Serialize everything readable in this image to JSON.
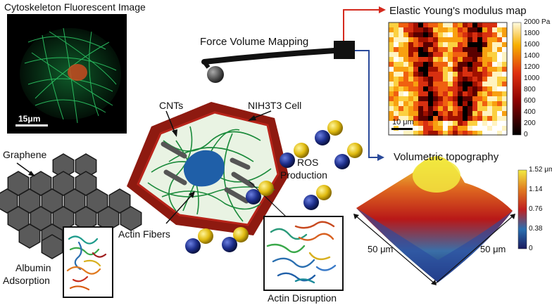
{
  "fluorescent": {
    "title": "Cytoskeleton Fluorescent Image",
    "scale_bar": "15μm"
  },
  "afm": {
    "title": "Force Volume Mapping"
  },
  "modulus_map": {
    "title": "Elastic Young's modulus map",
    "scale_bar": "10 μm",
    "colorbar_ticks": [
      "2000 Pa",
      "1800",
      "1600",
      "1400",
      "1200",
      "1000",
      "800",
      "600",
      "400",
      "200",
      "0"
    ]
  },
  "cell": {
    "cnts_label": "CNTs",
    "cell_label": "NIH3T3 Cell",
    "actin_label": "Actin Fibers"
  },
  "ros": {
    "label_line1": "ROS",
    "label_line2": "Production"
  },
  "graphene": {
    "label": "Graphene",
    "albumin_line1": "Albumin",
    "albumin_line2": "Adsorption"
  },
  "actin_disruption": {
    "label": "Actin Disruption"
  },
  "topography": {
    "title": "Volumetric topography",
    "axis_left": "50 μm",
    "axis_right": "50 μm",
    "colorbar_ticks": [
      "1.52 μm",
      "1.14",
      "0.76",
      "0.38",
      "0"
    ]
  },
  "colors": {
    "arrow_red": "#d42a1e",
    "arrow_blue": "#2a4a9a",
    "cell_wall": "#9e1b12",
    "nucleus": "#1f5fa8",
    "fiber": "#1a8a3a",
    "ros_yellow": "#e6c21a",
    "ros_blue": "#1e2f8c",
    "graphene": "#5a5a5a"
  }
}
